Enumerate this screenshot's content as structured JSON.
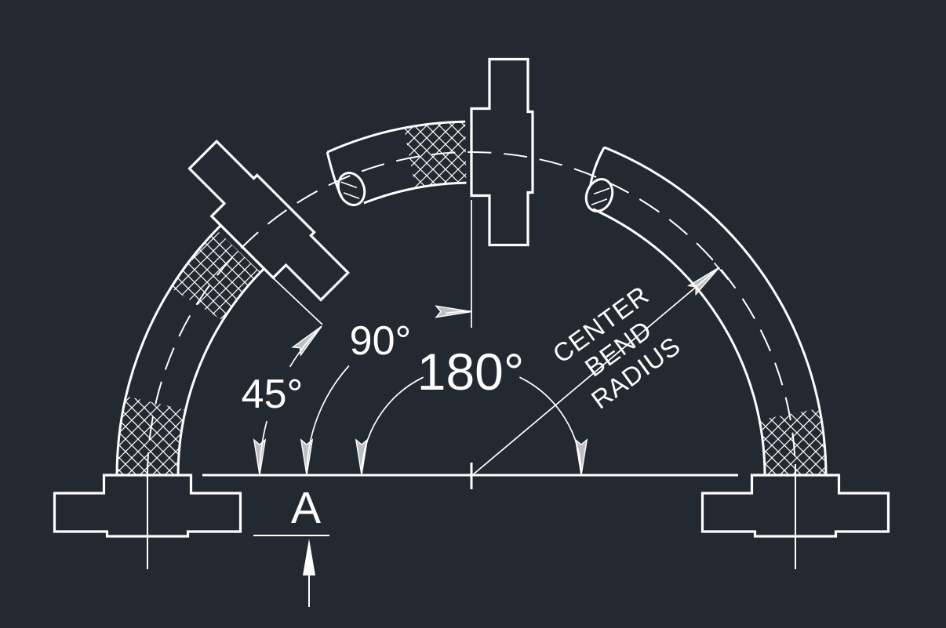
{
  "colors": {
    "background": "#232931",
    "line": "#FFFFFF"
  },
  "drawing": {
    "angle_labels": {
      "deg45": "45°",
      "deg90": "90°",
      "deg180": "180°"
    },
    "radius_note": {
      "line1": "CENTER",
      "line2": "BEND",
      "line3": "RADIUS"
    },
    "dim_a": "A"
  }
}
